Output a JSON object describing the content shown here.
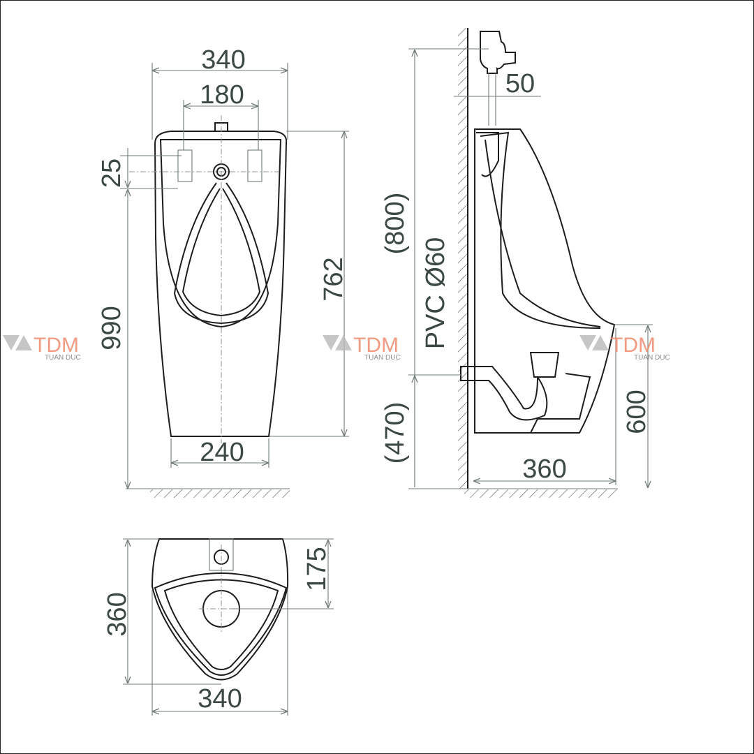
{
  "front_view": {
    "width_top": "340",
    "bracket_spacing": "180",
    "bracket_offset": "25",
    "total_height": "990",
    "body_height": "762",
    "base_width": "240"
  },
  "side_view": {
    "valve_height": "(800)",
    "pipe_label": "PVC Ø60",
    "wall_offset": "50",
    "outlet_height": "(470)",
    "rim_height": "600",
    "depth": "360"
  },
  "top_view": {
    "depth": "360",
    "inlet_offset": "175",
    "width": "340"
  },
  "watermark": {
    "logo": "TDM",
    "subtitle": "TUAN DUC",
    "colors": {
      "logo": "#f08a6e",
      "mark": "#b8b8b8"
    }
  },
  "colors": {
    "line": "#1d1d1d",
    "dimension_text": "#3b4846"
  }
}
